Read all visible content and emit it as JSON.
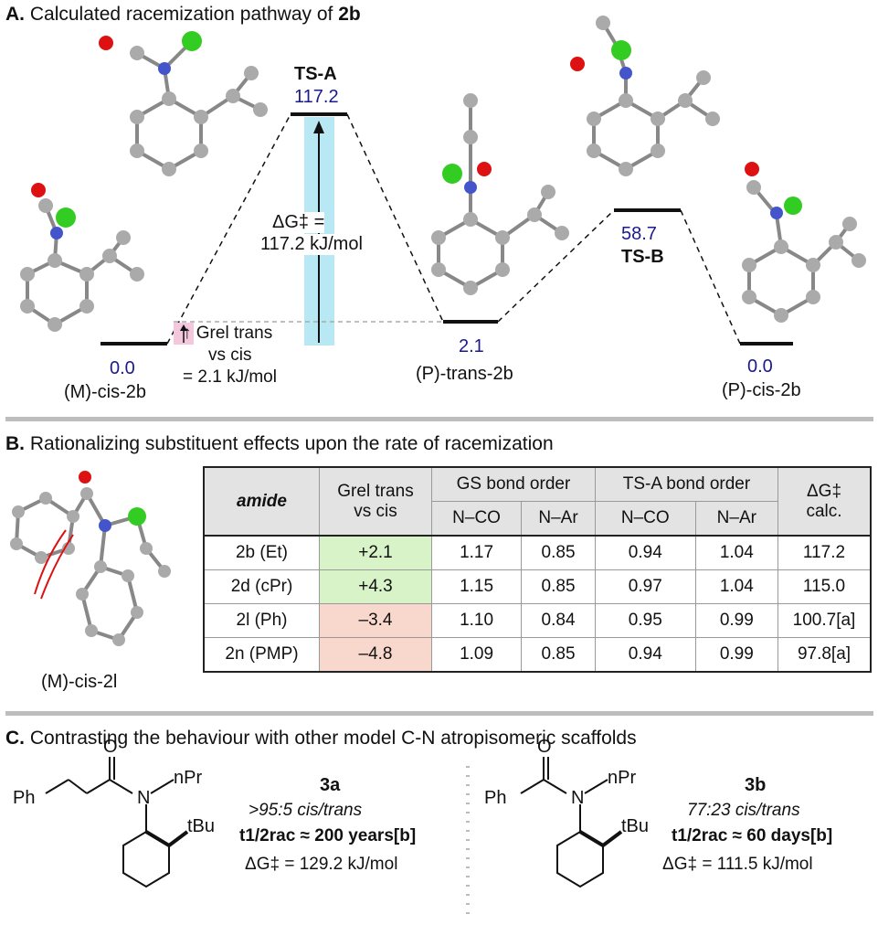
{
  "section_a": {
    "letter": "A.",
    "title": "Calculated racemization pathway of",
    "title_bold": "2b",
    "ts_a_label": "TS-A",
    "ts_a_value": "117.2",
    "dg_line1": "ΔG‡ =",
    "dg_line2": "117.2 kJ/mol",
    "m_cis_value": "0.0",
    "m_cis_label": "(M)-cis-2b",
    "grel_text": "↑ Grel trans",
    "grel_line2": "vs cis",
    "grel_line3": "= 2.1 kJ/mol",
    "p_trans_value": "2.1",
    "p_trans_label": "(P)-trans-2b",
    "ts_b_value": "58.7",
    "ts_b_label": "TS-B",
    "p_cis_value": "0.0",
    "p_cis_label": "(P)-cis-2b"
  },
  "section_b": {
    "letter": "B.",
    "title": "Rationalizing substituent effects upon the rate of racemization",
    "molecule_label": "(M)-cis-2l",
    "headers": {
      "amide": "amide",
      "grel_1": "Grel trans",
      "grel_2": "vs cis",
      "gs": "GS bond order",
      "tsa": "TS-A bond order",
      "dg_1": "ΔG‡",
      "dg_2": "calc.",
      "n_co": "N–CO",
      "n_ar": "N–Ar"
    },
    "rows": [
      {
        "amide": "2b (Et)",
        "grel": "+2.1",
        "gs_nco": "1.17",
        "gs_nar": "0.85",
        "ts_nco": "0.94",
        "ts_nar": "1.04",
        "dg": "117.2"
      },
      {
        "amide": "2d (cPr)",
        "grel": "+4.3",
        "gs_nco": "1.15",
        "gs_nar": "0.85",
        "ts_nco": "0.97",
        "ts_nar": "1.04",
        "dg": "115.0"
      },
      {
        "amide": "2l (Ph)",
        "grel": "–3.4",
        "gs_nco": "1.10",
        "gs_nar": "0.84",
        "ts_nco": "0.95",
        "ts_nar": "0.99",
        "dg": "100.7[a]"
      },
      {
        "amide": "2n (PMP)",
        "grel": "–4.8",
        "gs_nco": "1.09",
        "gs_nar": "0.85",
        "ts_nco": "0.94",
        "ts_nar": "0.99",
        "dg": "97.8[a]"
      }
    ]
  },
  "section_c": {
    "letter": "C.",
    "title": "Contrasting the behaviour with other model C-N atropisomeric scaffolds",
    "left": {
      "id": "3a",
      "ratio": ">95:5 cis/trans",
      "half_life": "t1/2rac ≈ 200 years[b]",
      "dg": "ΔG‡ = 129.2 kJ/mol",
      "atoms": {
        "ph": "Ph",
        "o": "O",
        "n": "N",
        "pr": "nPr",
        "tbu": "tBu"
      }
    },
    "right": {
      "id": "3b",
      "ratio": "77:23 cis/trans",
      "half_life": "t1/2rac ≈ 60 days[b]",
      "dg": "ΔG‡ = 111.5 kJ/mol",
      "atoms": {
        "ph": "Ph",
        "o": "O",
        "n": "N",
        "pr": "nPr",
        "tbu": "tBu"
      }
    }
  },
  "colors": {
    "energy_value": "#1a1a8c",
    "barrier_bar": "#b8e8f4",
    "grel_box": "#f4c8dc",
    "favorable": "#d8f3c8",
    "unfavorable": "#f8d8cc",
    "divider": "#bdbdbd"
  }
}
